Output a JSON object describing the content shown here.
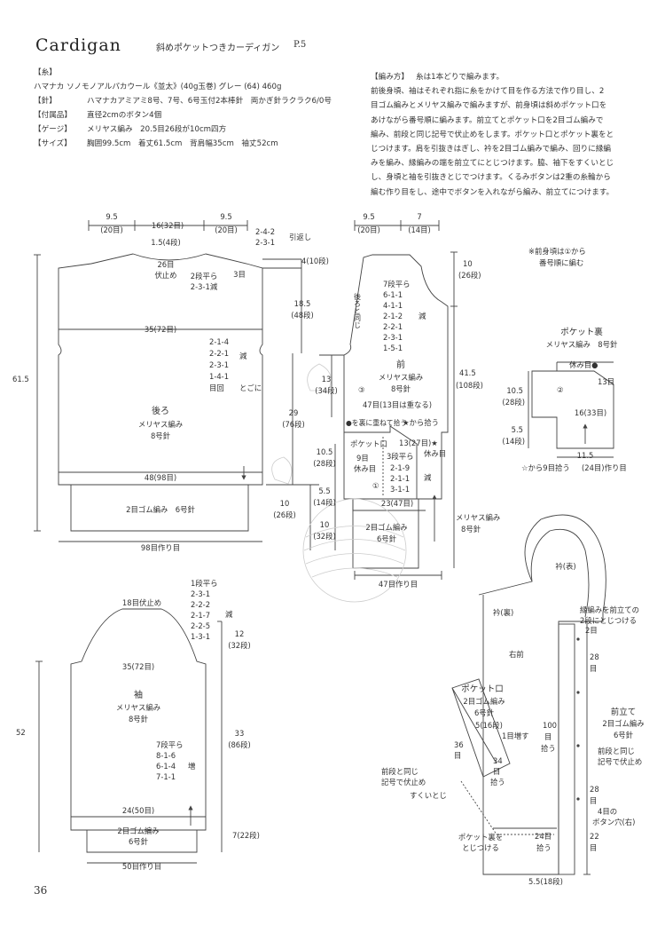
{
  "header": {
    "title": "Cardigan",
    "subtitle": "斜めポケットつきカーディガン",
    "page_ref": "P.5",
    "page_number": "36"
  },
  "specs": [
    {
      "label": "【糸】",
      "value": ""
    },
    {
      "label": "",
      "value": "ハマナカ ソノモノアルパカウール《並太》(40g玉巻) グレー (64) 460g"
    },
    {
      "label": "【針】",
      "value": "ハマナカアミアミ8号、7号、6号玉付2本棒針　両かぎ針ラクラク6/0号"
    },
    {
      "label": "【付属品】",
      "value": "直径2cmのボタン4個"
    },
    {
      "label": "【ゲージ】",
      "value": "メリヤス編み　20.5目26段が10cm四方"
    },
    {
      "label": "【サイズ】",
      "value": "胸囲99.5cm　着丈61.5cm　背肩幅35cm　袖丈52cm"
    }
  ],
  "method": {
    "head": "【編み方】",
    "note": "糸は1本どりで編みます。",
    "lines": [
      "前後身頃、袖はそれぞれ指に糸をかけて目を作る方法で作り目し、2",
      "目ゴム編みとメリヤス編みで編みますが、前身頃は斜めポケット口を",
      "あけながら番号順に編みます。前立てとポケット口を2目ゴム編みで",
      "編み、前段と同じ記号で伏止めをします。ポケット口とポケット裏をと",
      "じつけます。肩を引抜きはぎし、衿を2目ゴム編みで編み、回りに縁編",
      "みを編み、縁編みの端を前立てにとじつけます。脇、袖下をすくいとじ",
      "し、身頃と袖を引抜きとじでつけます。くるみボタンは2重の糸輪から",
      "編む作り目をし、途中でボタンを入れながら編み、前立てにつけます。"
    ]
  },
  "back": {
    "t_name": "後ろ",
    "t_stitch": "メリヤス編み",
    "t_needle": "8号針",
    "d_top1_w": "9.5",
    "d_top1_r": "(20目)",
    "d_top2_w": "16(32目)",
    "d_top3_w": "9.5",
    "d_top3_r": "(20目)",
    "d_15": "1.5(4段)",
    "d_26": "26目",
    "d_fuse": "伏止め",
    "d_2dan": "2段平ら",
    "d_231": "2-3-1減",
    "d_3me": "3目",
    "d_242": "2-4-2",
    "d_231b": "2-3-1",
    "d_hikinuki": "引返し",
    "d_4": "4(10段)",
    "d_185": "18.5",
    "d_48dan": "(48段)",
    "d_35": "35(72目)",
    "d_armdec": [
      "2-1-4",
      "2-2-1",
      "2-3-1",
      "1-4-1"
    ],
    "d_genw": "減",
    "d_3me2": "目回",
    "d_gotoni": "とごに",
    "d_615": "61.5",
    "d_48": "48(98目)",
    "d_rib": "2目ゴム編み　6号針",
    "d_98": "98目作り目",
    "d_29": "29",
    "d_76": "(76段)",
    "d_10": "10",
    "d_26dan": "(26段)"
  },
  "front": {
    "t_name": "前",
    "t_stitch": "メリヤス編み",
    "t_needle": "8号針",
    "c3": "③",
    "c1": "①",
    "d_95": "9.5",
    "d_20": "(20目)",
    "d_7": "7",
    "d_14": "(14目)",
    "d_10": "10",
    "d_26": "(26段)",
    "d_7dan": "7段平ら",
    "d_neckdec": [
      "6-1-1",
      "4-1-1",
      "2-1-2",
      "2-2-1",
      "2-3-1",
      "1-5-1"
    ],
    "d_gen": "減",
    "d_ushiro": "後ろと同じ",
    "d_13": "13",
    "d_34": "(34段)",
    "d_415": "41.5",
    "d_108": "(108段)",
    "d_47dan": "47目(13目は重なる)",
    "d_ura": "●を裏に重ねて拾う",
    "d_star": "★から拾う",
    "d_pock": "ポケット口",
    "d_13b": "13(27目)★",
    "d_yasumi": "休み目",
    "d_105": "10.5",
    "d_28": "(28段)",
    "d_9me": "9目",
    "d_yasumi2": "休み目",
    "d_3dan": "3段平ら",
    "d_pdec": [
      "2-1-9",
      "2-1-1",
      "3-1-1"
    ],
    "d_gen2": "減",
    "d_55": "5.5",
    "d_14dan": "(14段)",
    "d_23": "23(47目)",
    "d_10c": "10",
    "d_32": "(32段)",
    "d_rib": "2目ゴム編み",
    "d_ribn": "6号針",
    "d_merr": "メリヤス編み",
    "d_mern": "8号針",
    "d_47": "47目作り目"
  },
  "pocket": {
    "note1": "※前身頃は①から",
    "note2": "番号順に編む",
    "title": "ポケット裏",
    "stitch": "メリヤス編み　8号針",
    "yasumi": "休み目●",
    "c2": "②",
    "d_13": "13目",
    "d_105": "10.5",
    "d_28": "(28段)",
    "d_16": "16(33目)",
    "d_55": "5.5",
    "d_14": "(14段)",
    "d_115": "11.5",
    "d_from": "☆から9目拾う",
    "d_24": "(24目)作り目"
  },
  "sleeve": {
    "t_name": "袖",
    "t_stitch": "メリヤス編み",
    "t_needle": "8号針",
    "d_18": "18目伏止め",
    "d_1dan": "1段平ら",
    "d_capdec": [
      "2-3-1",
      "2-2-2",
      "2-1-7",
      "2-2-5",
      "1-3-1"
    ],
    "d_gen": "減",
    "d_12": "12",
    "d_32": "(32段)",
    "d_35": "35(72目)",
    "d_52": "52",
    "d_33": "33",
    "d_86": "(86段)",
    "d_7dan": "7段平ら",
    "d_inc": [
      "8-1-6",
      "6-1-4",
      "7-1-1"
    ],
    "d_zou": "増",
    "d_24": "24(50目)",
    "d_rib": "2目ゴム編み",
    "d_ribn": "6号針",
    "d_7": "7(22段)",
    "d_50": "50目作り目"
  },
  "assembly": {
    "collar_out": "衿(表)",
    "collar_in": "衿(裏)",
    "edge1": "縁編みを前立ての",
    "edge2": "2段にとじつける",
    "d_2me": "2目",
    "right_front": "右前",
    "d_28a": "28",
    "d_me": "目",
    "d_28b": "28",
    "d_me2": "目",
    "pock_title": "ポケット口",
    "pock_rib": "2目ゴム編み",
    "pock_needle": "6号針",
    "d_5": "5(16段)",
    "d_1inc": "1目増す",
    "d_36": "36",
    "d_me3": "目",
    "d_34": "34",
    "d_me4": "目",
    "d_hiro": "拾う",
    "prev1": "前段と同じ",
    "prev2": "記号で伏止め",
    "sukui": "すくいとじ",
    "d_100": "100",
    "d_me5": "目",
    "d_hiro2": "拾う",
    "band_title": "前立て",
    "band_rib": "2目ゴム編み",
    "band_needle": "6号針",
    "band_prev1": "前段と同じ",
    "band_prev2": "記号で伏止め",
    "d_4me": "4目の",
    "d_hole": "ボタン穴(右)",
    "d_22": "22",
    "d_me6": "目",
    "d_24": "24目",
    "d_hiro3": "拾う",
    "pback1": "ポケット裏を",
    "pback2": "とじつける",
    "d_55": "5.5(18段)"
  }
}
